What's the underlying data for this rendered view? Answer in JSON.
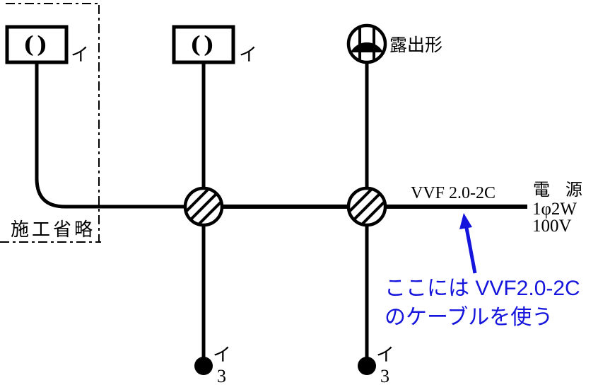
{
  "region": {
    "label": "施工省略"
  },
  "symbols": {
    "lamp1": {
      "glyph": "()",
      "label": "イ"
    },
    "lamp2": {
      "glyph": "()",
      "label": "イ"
    },
    "rosette": {
      "label": "露出形"
    },
    "switch1": {
      "label": "イ",
      "number": "3"
    },
    "switch2": {
      "label": "イ",
      "number": "3"
    }
  },
  "wiring": {
    "cable_label": "VVF 2.0-2C",
    "power_source": {
      "line1": "電 源",
      "line2": "1φ2W",
      "line3": "100V"
    }
  },
  "annotation": {
    "line1": "ここには VVF2.0-2C",
    "line2": "のケーブルを使う"
  },
  "colors": {
    "ink": "#000000",
    "blue": "#1414dd",
    "background": "#ffffff"
  }
}
